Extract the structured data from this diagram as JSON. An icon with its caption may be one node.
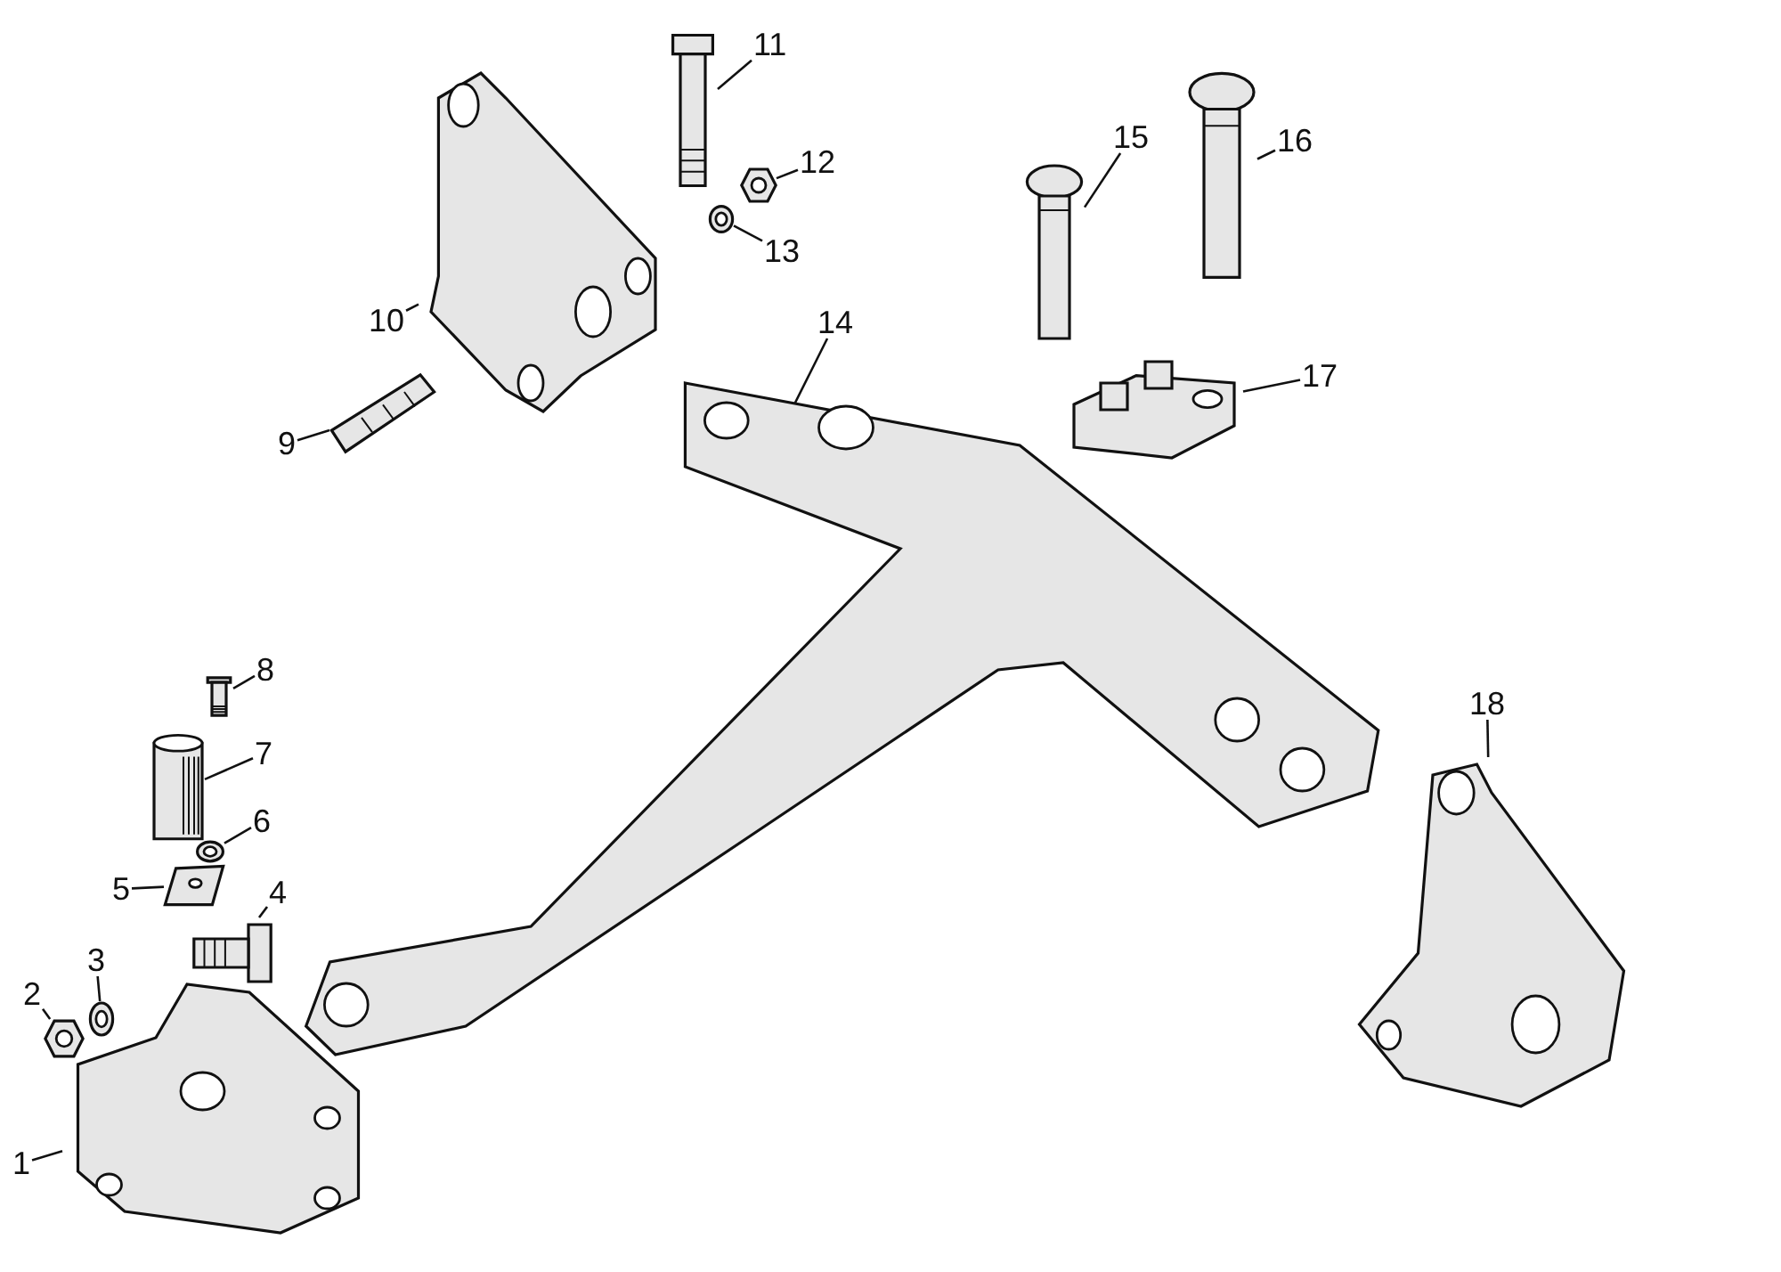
{
  "diagram": {
    "nodes": [
      {
        "text": [
          "1"
        ]
      },
      {
        "text": [
          "2"
        ]
      },
      {
        "text": [
          "3"
        ]
      },
      {
        "text": [
          "4"
        ]
      },
      {
        "text": [
          "5"
        ]
      },
      {
        "text": [
          "6"
        ]
      },
      {
        "text": [
          "7"
        ]
      },
      {
        "text": [
          "8"
        ]
      },
      {
        "text": [
          "9"
        ]
      },
      {
        "text": [
          "10"
        ]
      },
      {
        "text": [
          "11"
        ]
      },
      {
        "text": [
          "12"
        ]
      },
      {
        "text": [
          "13"
        ]
      },
      {
        "text": [
          "14"
        ]
      },
      {
        "text": [
          "15"
        ]
      },
      {
        "text": [
          "16"
        ]
      },
      {
        "text": [
          "17"
        ]
      },
      {
        "text": [
          "18"
        ]
      },
      {
        "text": [],
        "shape": "picture"
      },
      {
        "text": [],
        "shape": "picture"
      },
      {
        "text": [],
        "shape": "picture"
      },
      {
        "text": [],
        "shape": "picture"
      },
      {
        "text": [],
        "shape": "picture"
      },
      {
        "text": [],
        "shape": "picture"
      },
      {
        "text": [],
        "shape": "picture"
      },
      {
        "text": [],
        "shape": "picture"
      },
      {
        "text": [],
        "shape": "picture"
      },
      {
        "text": [],
        "shape": "picture"
      },
      {
        "text": [],
        "shape": "picture"
      },
      {
        "text": [],
        "shape": "picture"
      },
      {
        "text": [],
        "shape": "picture"
      },
      {
        "text": [],
        "shape": "picture"
      },
      {
        "text": [],
        "shape": "picture"
      },
      {
        "text": [],
        "shape": "picture"
      },
      {
        "text": [],
        "shape": "picture"
      },
      {
        "text": [],
        "shape": "picture"
      }
    ],
    "edges": [
      {
        "from": 0,
        "to": 18,
        "arrow": "none"
      },
      {
        "from": 1,
        "to": 19,
        "arrow": "none"
      },
      {
        "from": 2,
        "to": 20,
        "arrow": "none"
      },
      {
        "from": 3,
        "to": 21,
        "arrow": "none"
      },
      {
        "from": 4,
        "to": 22,
        "arrow": "none"
      },
      {
        "from": 5,
        "to": 23,
        "arrow": "none"
      },
      {
        "from": 6,
        "to": 24,
        "arrow": "none"
      },
      {
        "from": 7,
        "to": 25,
        "arrow": "none"
      },
      {
        "from": 8,
        "to": 26,
        "arrow": "none"
      },
      {
        "from": 9,
        "to": 27,
        "arrow": "none"
      },
      {
        "from": 10,
        "to": 28,
        "arrow": "none"
      },
      {
        "from": 11,
        "to": 29,
        "arrow": "none"
      },
      {
        "from": 12,
        "to": 30,
        "arrow": "none"
      },
      {
        "from": 13,
        "to": 31,
        "arrow": "none"
      },
      {
        "from": 14,
        "to": 32,
        "arrow": "none"
      },
      {
        "from": 15,
        "to": 33,
        "arrow": "none"
      },
      {
        "from": 16,
        "to": 34,
        "arrow": "none"
      },
      {
        "from": 17,
        "to": 35,
        "arrow": "none"
      }
    ]
  }
}
